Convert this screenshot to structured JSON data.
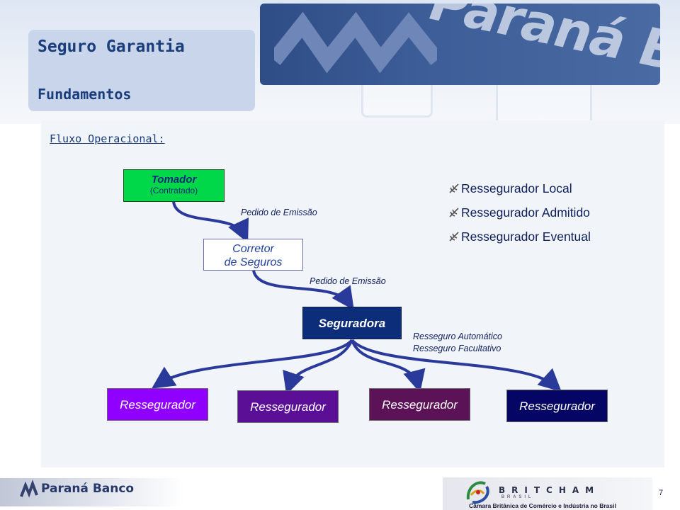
{
  "header": {
    "title": "Seguro Garantia",
    "subtitle": "Fundamentos",
    "banner_text": "Paraná Banco"
  },
  "flow": {
    "section_label": "Fluxo Operacional:",
    "tomador": {
      "name": "Tomador",
      "detail": "(Contratado)"
    },
    "pedido_label_1": "Pedido de Emissão",
    "corretor": {
      "line1": "Corretor",
      "line2": "de Seguros"
    },
    "pedido_label_2": "Pedido de Emissão",
    "seguradora": "Seguradora",
    "resseguro": [
      "Resseguro Automático",
      "Resseguro Facultativo"
    ],
    "resseguradores": [
      "Ressegurador",
      "Ressegurador",
      "Ressegurador",
      "Ressegurador"
    ],
    "bullets": [
      "Ressegurador Local",
      "Ressegurador Admitido",
      "Ressegurador Eventual"
    ]
  },
  "colors": {
    "tomador": "#00d84a",
    "seguradora": "#0b2d7a",
    "ress1": "#8f00ff",
    "ress2": "#5b0f96",
    "ress3": "#5c1257",
    "ress4": "#050566",
    "arrow": "#2a3a9a"
  },
  "footer": {
    "left_brand": "Paraná Banco",
    "right_brand": "BRITCHAM",
    "right_sub": "BRASIL",
    "right_desc": "Câmara Britânica de Comércio e Indústria no Brasil",
    "page_number": "7"
  }
}
